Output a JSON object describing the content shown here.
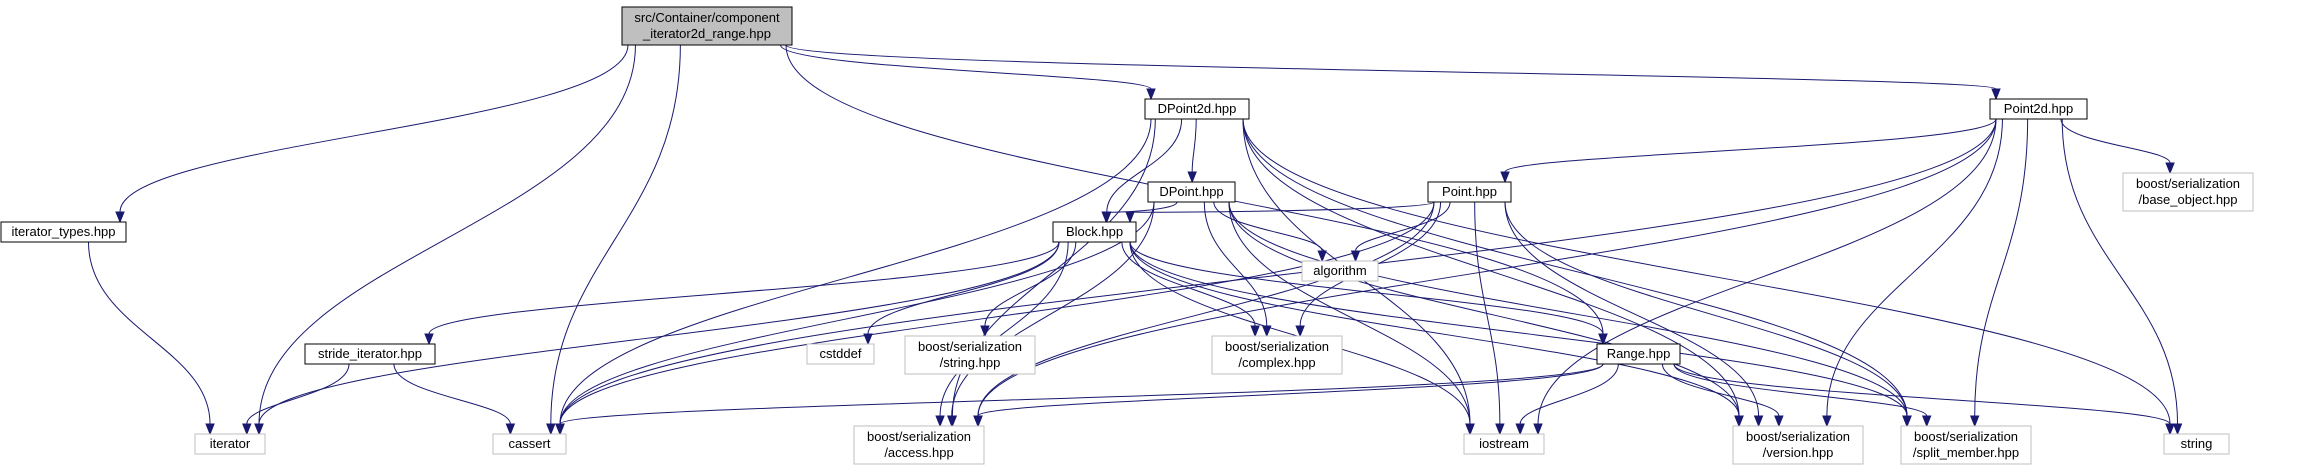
{
  "graph": {
    "colors": {
      "edge": "#191970",
      "root_fill": "#bfbfbf",
      "doc_border": "#000000",
      "ext_border": "#bfbfbf"
    },
    "nodes": [
      {
        "id": "root",
        "kind": "root",
        "lines": [
          "src/Container/component",
          "_iterator2d_range.hpp"
        ]
      },
      {
        "id": "itypes",
        "kind": "doc",
        "lines": [
          "iterator_types.hpp"
        ]
      },
      {
        "id": "dp2d",
        "kind": "doc",
        "lines": [
          "DPoint2d.hpp"
        ]
      },
      {
        "id": "p2d",
        "kind": "doc",
        "lines": [
          "Point2d.hpp"
        ]
      },
      {
        "id": "dp",
        "kind": "doc",
        "lines": [
          "DPoint.hpp"
        ]
      },
      {
        "id": "pt",
        "kind": "doc",
        "lines": [
          "Point.hpp"
        ]
      },
      {
        "id": "blk",
        "kind": "doc",
        "lines": [
          "Block.hpp"
        ]
      },
      {
        "id": "stride",
        "kind": "doc",
        "lines": [
          "stride_iterator.hpp"
        ]
      },
      {
        "id": "range",
        "kind": "doc",
        "lines": [
          "Range.hpp"
        ]
      },
      {
        "id": "iter",
        "kind": "ext",
        "lines": [
          "iterator"
        ]
      },
      {
        "id": "cassert",
        "kind": "ext",
        "lines": [
          "cassert"
        ]
      },
      {
        "id": "access",
        "kind": "ext",
        "lines": [
          "boost/serialization",
          "/access.hpp"
        ]
      },
      {
        "id": "iostream",
        "kind": "ext",
        "lines": [
          "iostream"
        ]
      },
      {
        "id": "version",
        "kind": "ext",
        "lines": [
          "boost/serialization",
          "/version.hpp"
        ]
      },
      {
        "id": "split",
        "kind": "ext",
        "lines": [
          "boost/serialization",
          "/split_member.hpp"
        ]
      },
      {
        "id": "string",
        "kind": "ext",
        "lines": [
          "string"
        ]
      },
      {
        "id": "baseobj",
        "kind": "ext",
        "lines": [
          "boost/serialization",
          "/base_object.hpp"
        ]
      },
      {
        "id": "algo",
        "kind": "ext",
        "lines": [
          "algorithm"
        ]
      },
      {
        "id": "cstddef",
        "kind": "ext",
        "lines": [
          "cstddef"
        ]
      },
      {
        "id": "bstring",
        "kind": "ext",
        "lines": [
          "boost/serialization",
          "/string.hpp"
        ]
      },
      {
        "id": "complex",
        "kind": "ext",
        "lines": [
          "boost/serialization",
          "/complex.hpp"
        ]
      }
    ],
    "edges": [
      [
        "root",
        "itypes"
      ],
      [
        "root",
        "iter"
      ],
      [
        "root",
        "cassert"
      ],
      [
        "root",
        "dp2d"
      ],
      [
        "root",
        "p2d"
      ],
      [
        "root",
        "range"
      ],
      [
        "itypes",
        "iter"
      ],
      [
        "dp2d",
        "cassert"
      ],
      [
        "dp2d",
        "access"
      ],
      [
        "dp2d",
        "dp"
      ],
      [
        "dp2d",
        "blk"
      ],
      [
        "dp2d",
        "iostream"
      ],
      [
        "dp2d",
        "version"
      ],
      [
        "dp2d",
        "split"
      ],
      [
        "dp2d",
        "string"
      ],
      [
        "p2d",
        "cassert"
      ],
      [
        "p2d",
        "access"
      ],
      [
        "p2d",
        "pt"
      ],
      [
        "p2d",
        "iostream"
      ],
      [
        "p2d",
        "version"
      ],
      [
        "p2d",
        "split"
      ],
      [
        "p2d",
        "string"
      ],
      [
        "p2d",
        "baseobj"
      ],
      [
        "dp",
        "blk"
      ],
      [
        "dp",
        "cassert"
      ],
      [
        "dp",
        "access"
      ],
      [
        "dp",
        "iostream"
      ],
      [
        "dp",
        "version"
      ],
      [
        "dp",
        "split"
      ],
      [
        "dp",
        "algo"
      ],
      [
        "dp",
        "complex"
      ],
      [
        "pt",
        "blk"
      ],
      [
        "pt",
        "cassert"
      ],
      [
        "pt",
        "access"
      ],
      [
        "pt",
        "iostream"
      ],
      [
        "pt",
        "version"
      ],
      [
        "pt",
        "split"
      ],
      [
        "pt",
        "algo"
      ],
      [
        "pt",
        "complex"
      ],
      [
        "blk",
        "iter"
      ],
      [
        "blk",
        "stride"
      ],
      [
        "blk",
        "cstddef"
      ],
      [
        "blk",
        "bstring"
      ],
      [
        "blk",
        "complex"
      ],
      [
        "blk",
        "range"
      ],
      [
        "blk",
        "access"
      ],
      [
        "blk",
        "iostream"
      ],
      [
        "blk",
        "version"
      ],
      [
        "blk",
        "split"
      ],
      [
        "stride",
        "iter"
      ],
      [
        "stride",
        "cassert"
      ],
      [
        "range",
        "cassert"
      ],
      [
        "range",
        "access"
      ],
      [
        "range",
        "iostream"
      ],
      [
        "range",
        "version"
      ],
      [
        "range",
        "split"
      ],
      [
        "range",
        "string"
      ]
    ]
  }
}
